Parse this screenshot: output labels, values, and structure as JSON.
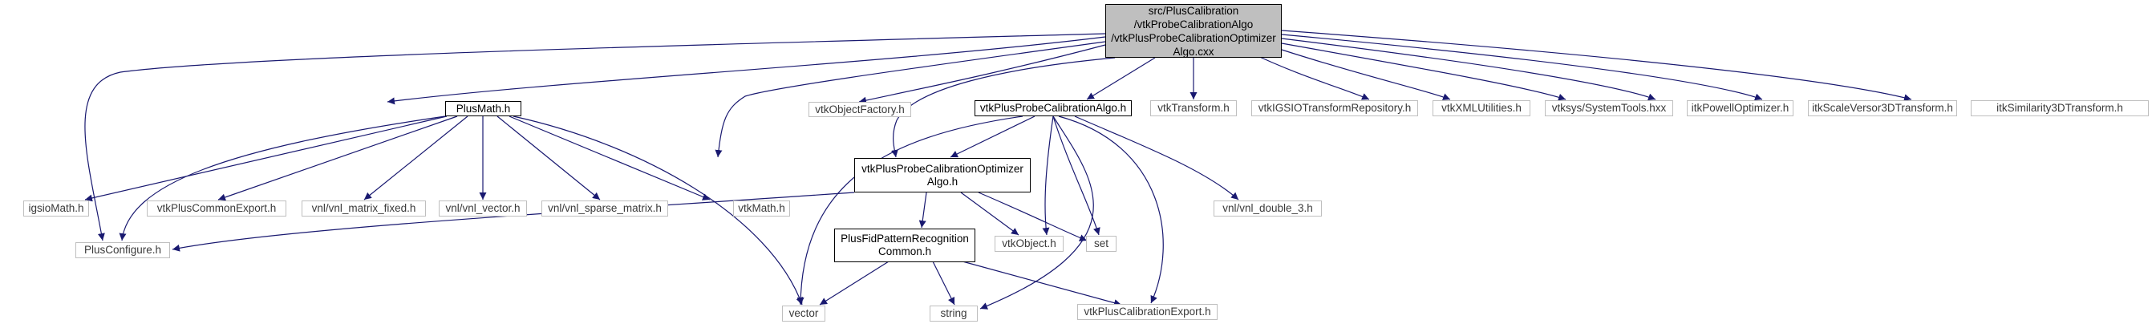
{
  "graph": {
    "colors": {
      "edge": "#191970",
      "root_fill": "#bfbfbf",
      "node_border": "#bfbfbf",
      "documented_border": "#000000"
    },
    "nodes": {
      "root": [
        "src/PlusCalibration",
        "/vtkProbeCalibrationAlgo",
        "/vtkPlusProbeCalibrationOptimizer",
        "Algo.cxx"
      ],
      "plusmath": "PlusMath.h",
      "vtkobjectfactory": "vtkObjectFactory.h",
      "vtkplusprobecalibrationalgo": "vtkPlusProbeCalibrationAlgo.h",
      "vtktransform": "vtkTransform.h",
      "vtkigsiotransformrepository": "vtkIGSIOTransformRepository.h",
      "vtkxmlutilities": "vtkXMLUtilities.h",
      "vtksys_systemtools": "vtksys/SystemTools.hxx",
      "itkpowelloptimizer": "itkPowellOptimizer.h",
      "itkscaleversor3dtransform": "itkScaleVersor3DTransform.h",
      "itksimilarity3dtransform": "itkSimilarity3DTransform.h",
      "igsiomath": "igsioMath.h",
      "vtkpluscommonexport": "vtkPlusCommonExport.h",
      "vnl_matrix_fixed": "vnl/vnl_matrix_fixed.h",
      "vnl_vector": "vnl/vnl_vector.h",
      "vnl_sparse_matrix": "vnl/vnl_sparse_matrix.h",
      "vtkmath": "vtkMath.h",
      "optimizer_h": [
        "vtkPlusProbeCalibrationOptimizer",
        "Algo.h"
      ],
      "vnl_double_3": "vnl/vnl_double_3.h",
      "plusconfigure": "PlusConfigure.h",
      "plusfidpattern": [
        "PlusFidPatternRecognition",
        "Common.h"
      ],
      "vtkobject": "vtkObject.h",
      "set": "set",
      "vector": "vector",
      "string": "string",
      "vtkpluscalibrationexport": "vtkPlusCalibrationExport.h"
    }
  }
}
